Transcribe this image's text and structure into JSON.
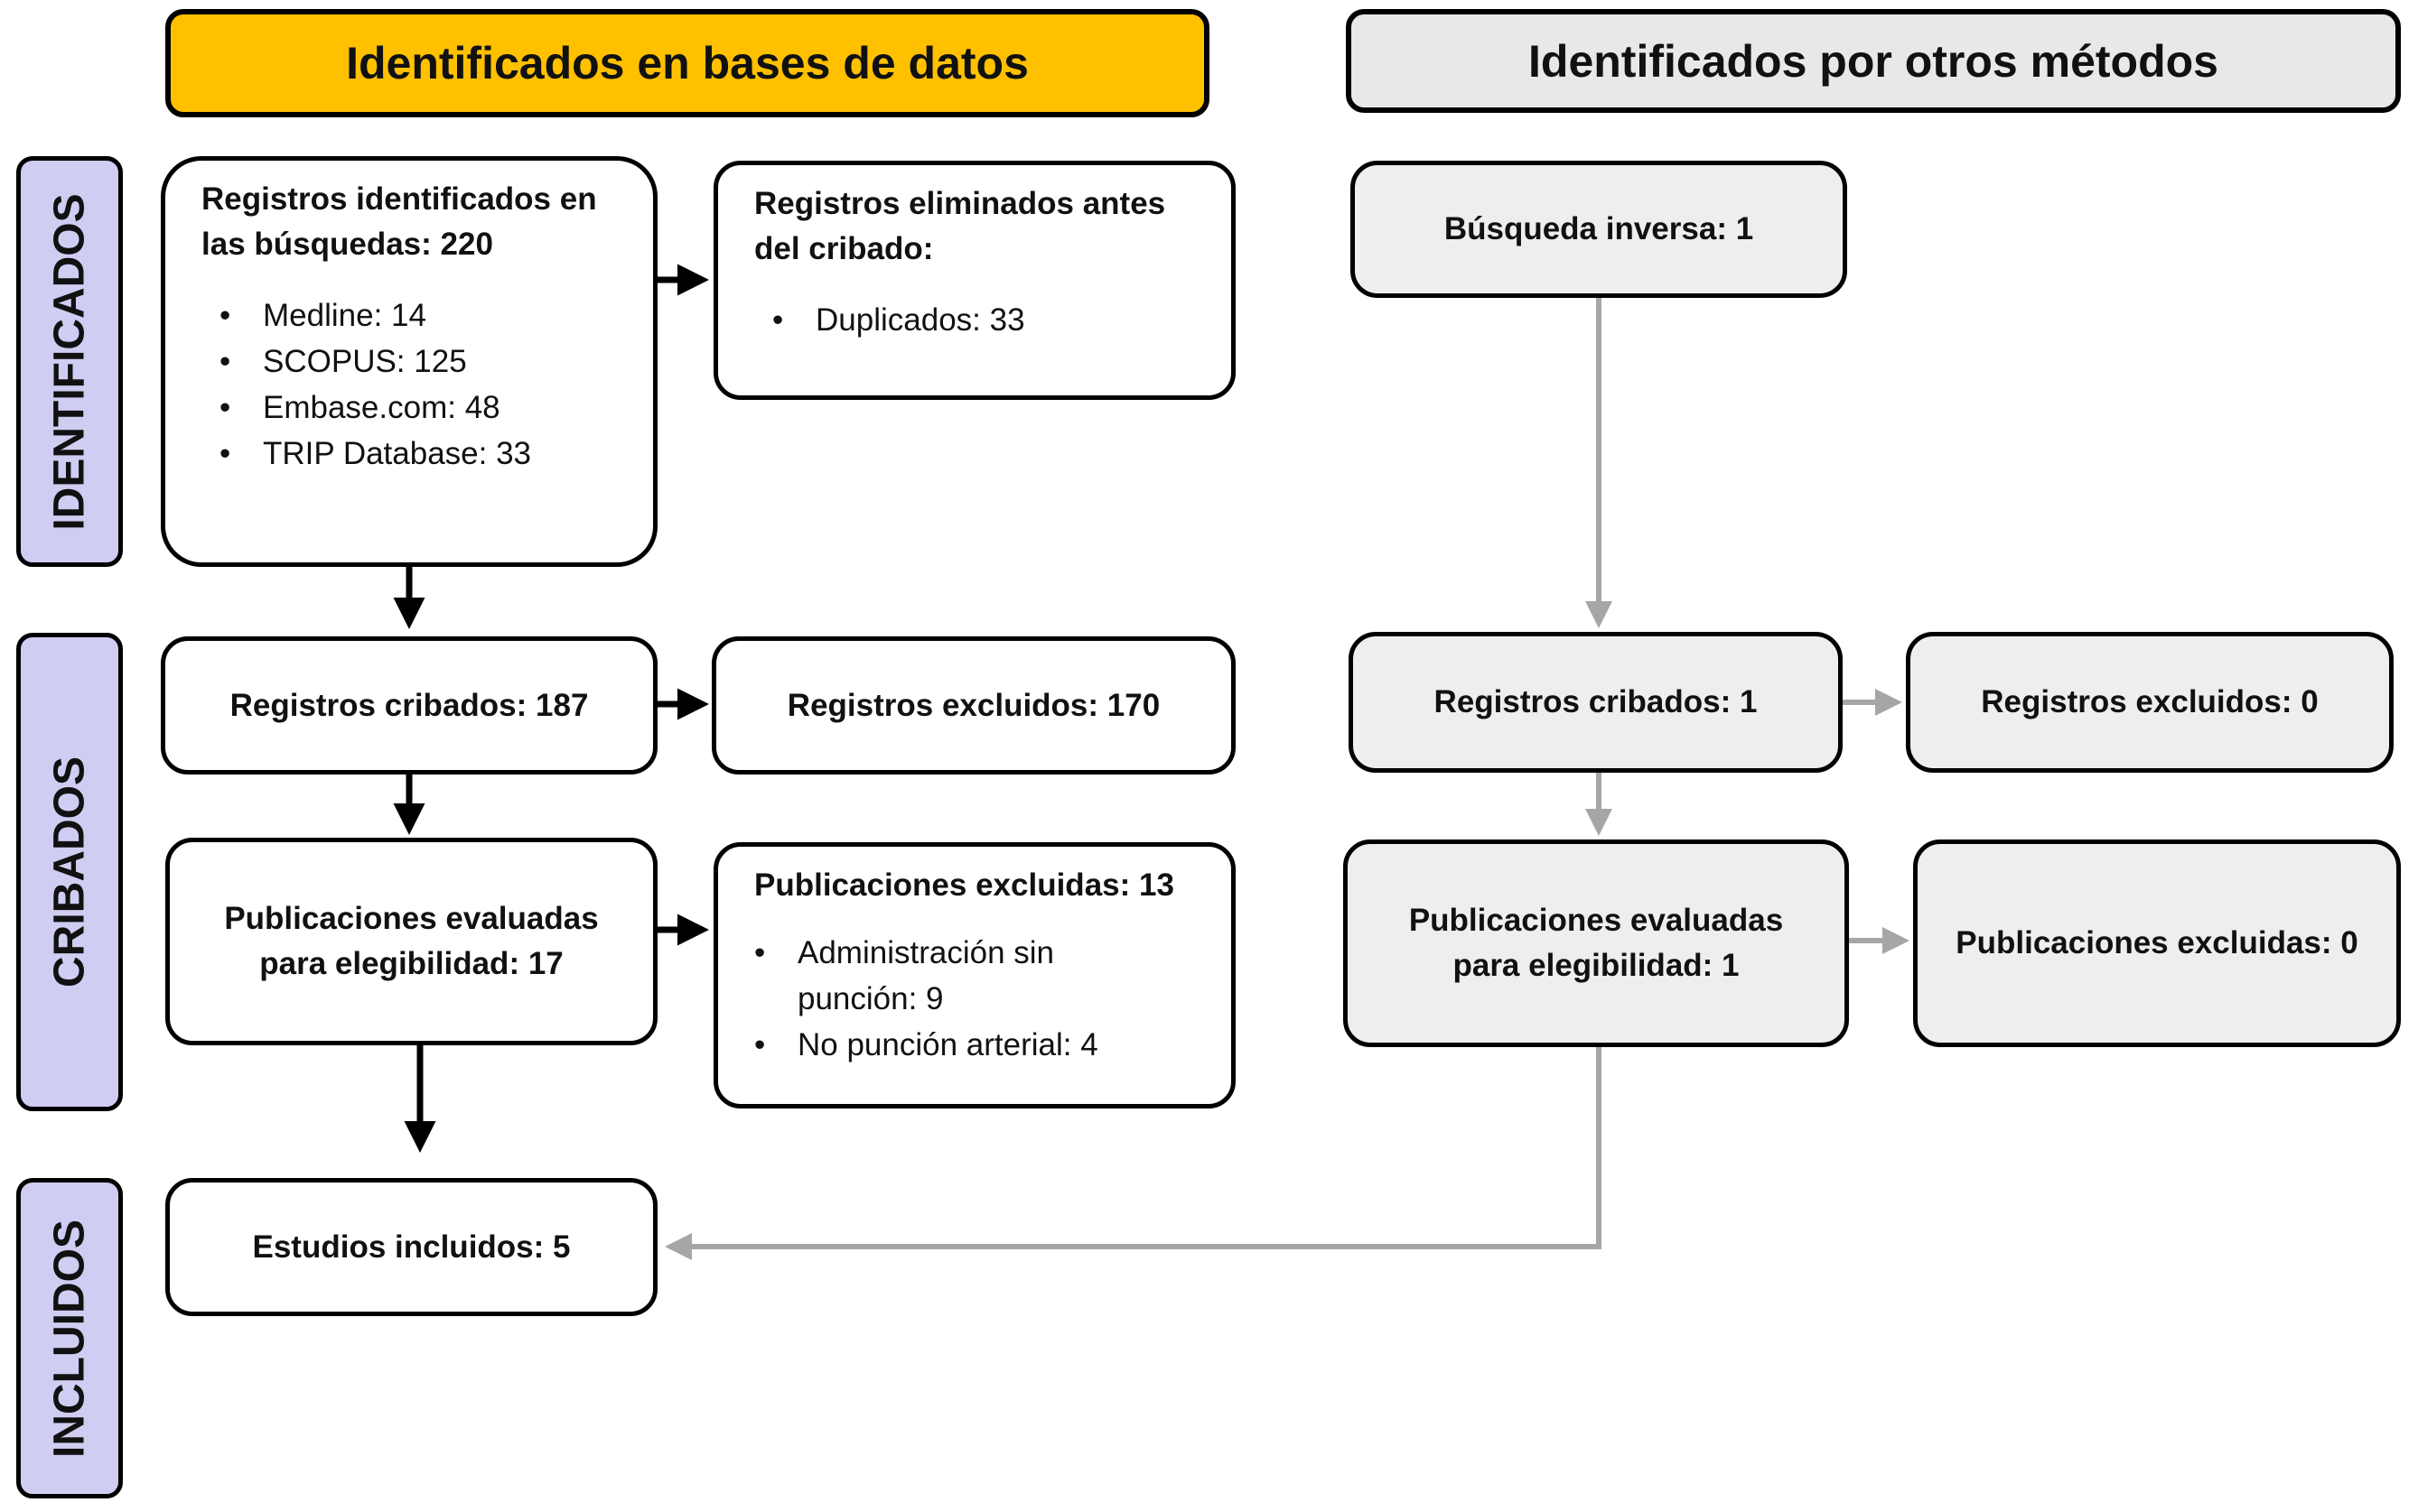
{
  "headers": {
    "databases": "Identificados en bases de datos",
    "other_methods": "Identificados por otros métodos"
  },
  "stages": {
    "identified": "IDENTIFICADOS",
    "screened": "CRIBADOS",
    "included": "INCLUIDOS"
  },
  "databases": {
    "records_identified": {
      "title": "Registros identificados en las búsquedas: 220",
      "items": [
        "Medline: 14",
        "SCOPUS: 125",
        "Embase.com: 48",
        "TRIP Database: 33"
      ]
    },
    "records_removed": {
      "title": "Registros eliminados antes del cribado:",
      "items": [
        "Duplicados: 33"
      ]
    },
    "records_screened": "Registros cribados: 187",
    "records_excluded": "Registros excluidos: 170",
    "publications_assessed": "Publicaciones evaluadas para elegibilidad: 17",
    "publications_excluded": {
      "title": "Publicaciones excluidas: 13",
      "items": [
        "Administración sin punción: 9",
        "No punción arterial: 4"
      ]
    },
    "studies_included": "Estudios incluidos: 5"
  },
  "other": {
    "reverse_search": "Búsqueda inversa: 1",
    "records_screened": "Registros cribados: 1",
    "records_excluded": "Registros excluidos: 0",
    "publications_assessed": "Publicaciones evaluadas para elegibilidad: 1",
    "publications_excluded": "Publicaciones excluidas: 0"
  },
  "colors": {
    "databases_header": "#ffc000",
    "other_header": "#e8e8e8",
    "stage_label": "#cfcdf2",
    "other_box": "#eeeeee",
    "main_arrow": "#000000",
    "other_arrow": "#a6a6a6"
  }
}
